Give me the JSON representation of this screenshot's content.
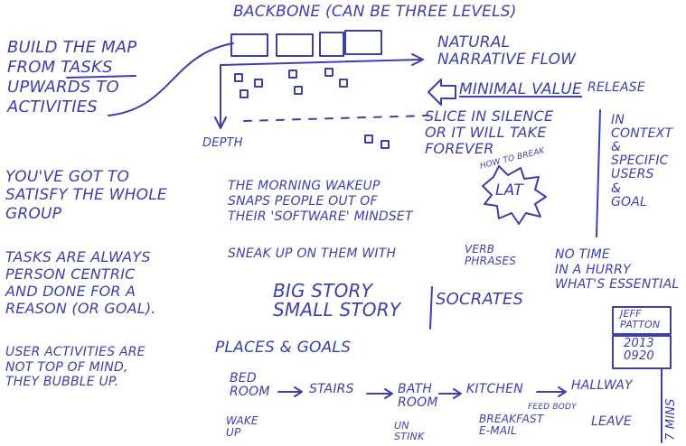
{
  "backbone_title": "BACKBONE (CAN BE THREE LEVELS)",
  "build_map": "BUILD THE MAP\nFROM TASKS\nUPWARDS TO\nACTIVITIES",
  "natural_flow": "NATURAL\nNARRATIVE FLOW",
  "minimal_value": "MINIMAL VALUE",
  "release": "RELEASE",
  "slice_silence": "SLICE IN SILENCE\nOR IT WILL TAKE\nFOREVER",
  "depth": "DEPTH",
  "context_users": "IN\nCONTEXT\n&\nSPECIFIC\nUSERS\n&\nGOAL",
  "how_to_break": "HOW TO BREAK",
  "lat": "LAT",
  "whole_group": "YOU'VE GOT TO\nSATISFY THE WHOLE\nGROUP",
  "morning_wakeup": "THE MORNING WAKEUP\nSNAPS PEOPLE OUT OF\nTHEIR 'SOFTWARE' MINDSET",
  "sneak_up": "SNEAK UP ON THEM WITH",
  "verb_phrases": "VERB\nPHRASES",
  "no_time": "NO TIME\nIN A HURRY\nWHAT'S ESSENTIAL",
  "tasks_person": "TASKS ARE ALWAYS\nPERSON CENTRIC\nAND DONE FOR A\nREASON (OR GOAL).",
  "big_small": "BIG STORY\nSMALL STORY",
  "socrates": "SOCRATES",
  "author": "JEFF\nPATTON",
  "date": "2013\n0920",
  "user_activities": "USER ACTIVITIES ARE\nNOT TOP OF MIND,\nTHEY BUBBLE UP.",
  "places_goals": "PLACES & GOALS",
  "bedroom": "BED\nROOM",
  "stairs": "STAIRS",
  "bathroom": "BATH\nROOM",
  "kitchen": "KITCHEN",
  "hallway": "HALLWAY",
  "wake_up": "WAKE\nUP",
  "un_stink": "UN\nSTINK",
  "feed_body": "FEED BODY",
  "breakfast": "BREAKFAST\nE-MAIL",
  "leave": "LEAVE",
  "seven_mins": "7 MINS"
}
